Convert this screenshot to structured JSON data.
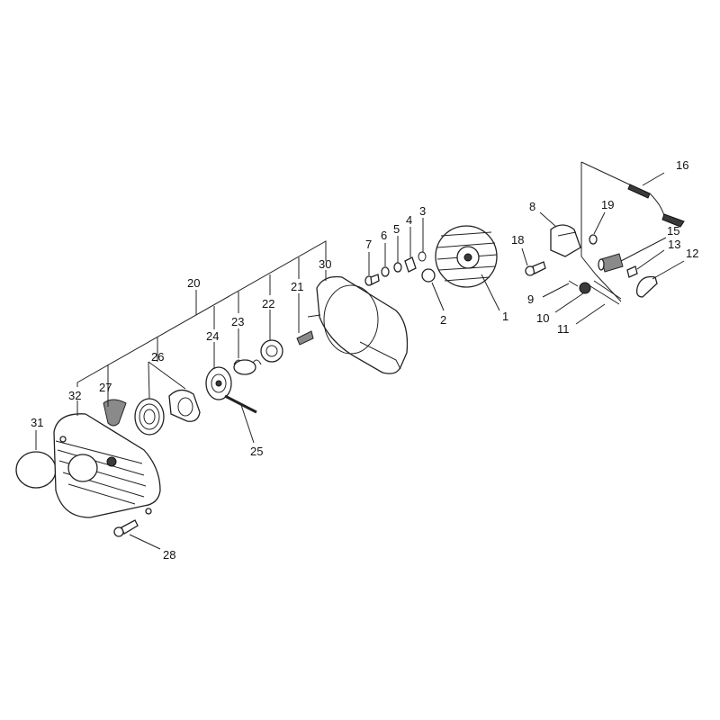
{
  "labels": {
    "p1": "1",
    "p2": "2",
    "p3": "3",
    "p4": "4",
    "p5": "5",
    "p6": "6",
    "p7": "7",
    "p8": "8",
    "p9": "9",
    "p10": "10",
    "p11": "11",
    "p12": "12",
    "p13": "13",
    "p15": "15",
    "p16": "16",
    "p18": "18",
    "p19": "19",
    "p20": "20",
    "p21": "21",
    "p22": "22",
    "p23": "23",
    "p24": "24",
    "p25": "25",
    "p26": "26",
    "p27": "27",
    "p28": "28",
    "p30": "30",
    "p31": "31",
    "p32": "32"
  },
  "colors": {
    "ink": "#222222",
    "background": "#ffffff"
  }
}
